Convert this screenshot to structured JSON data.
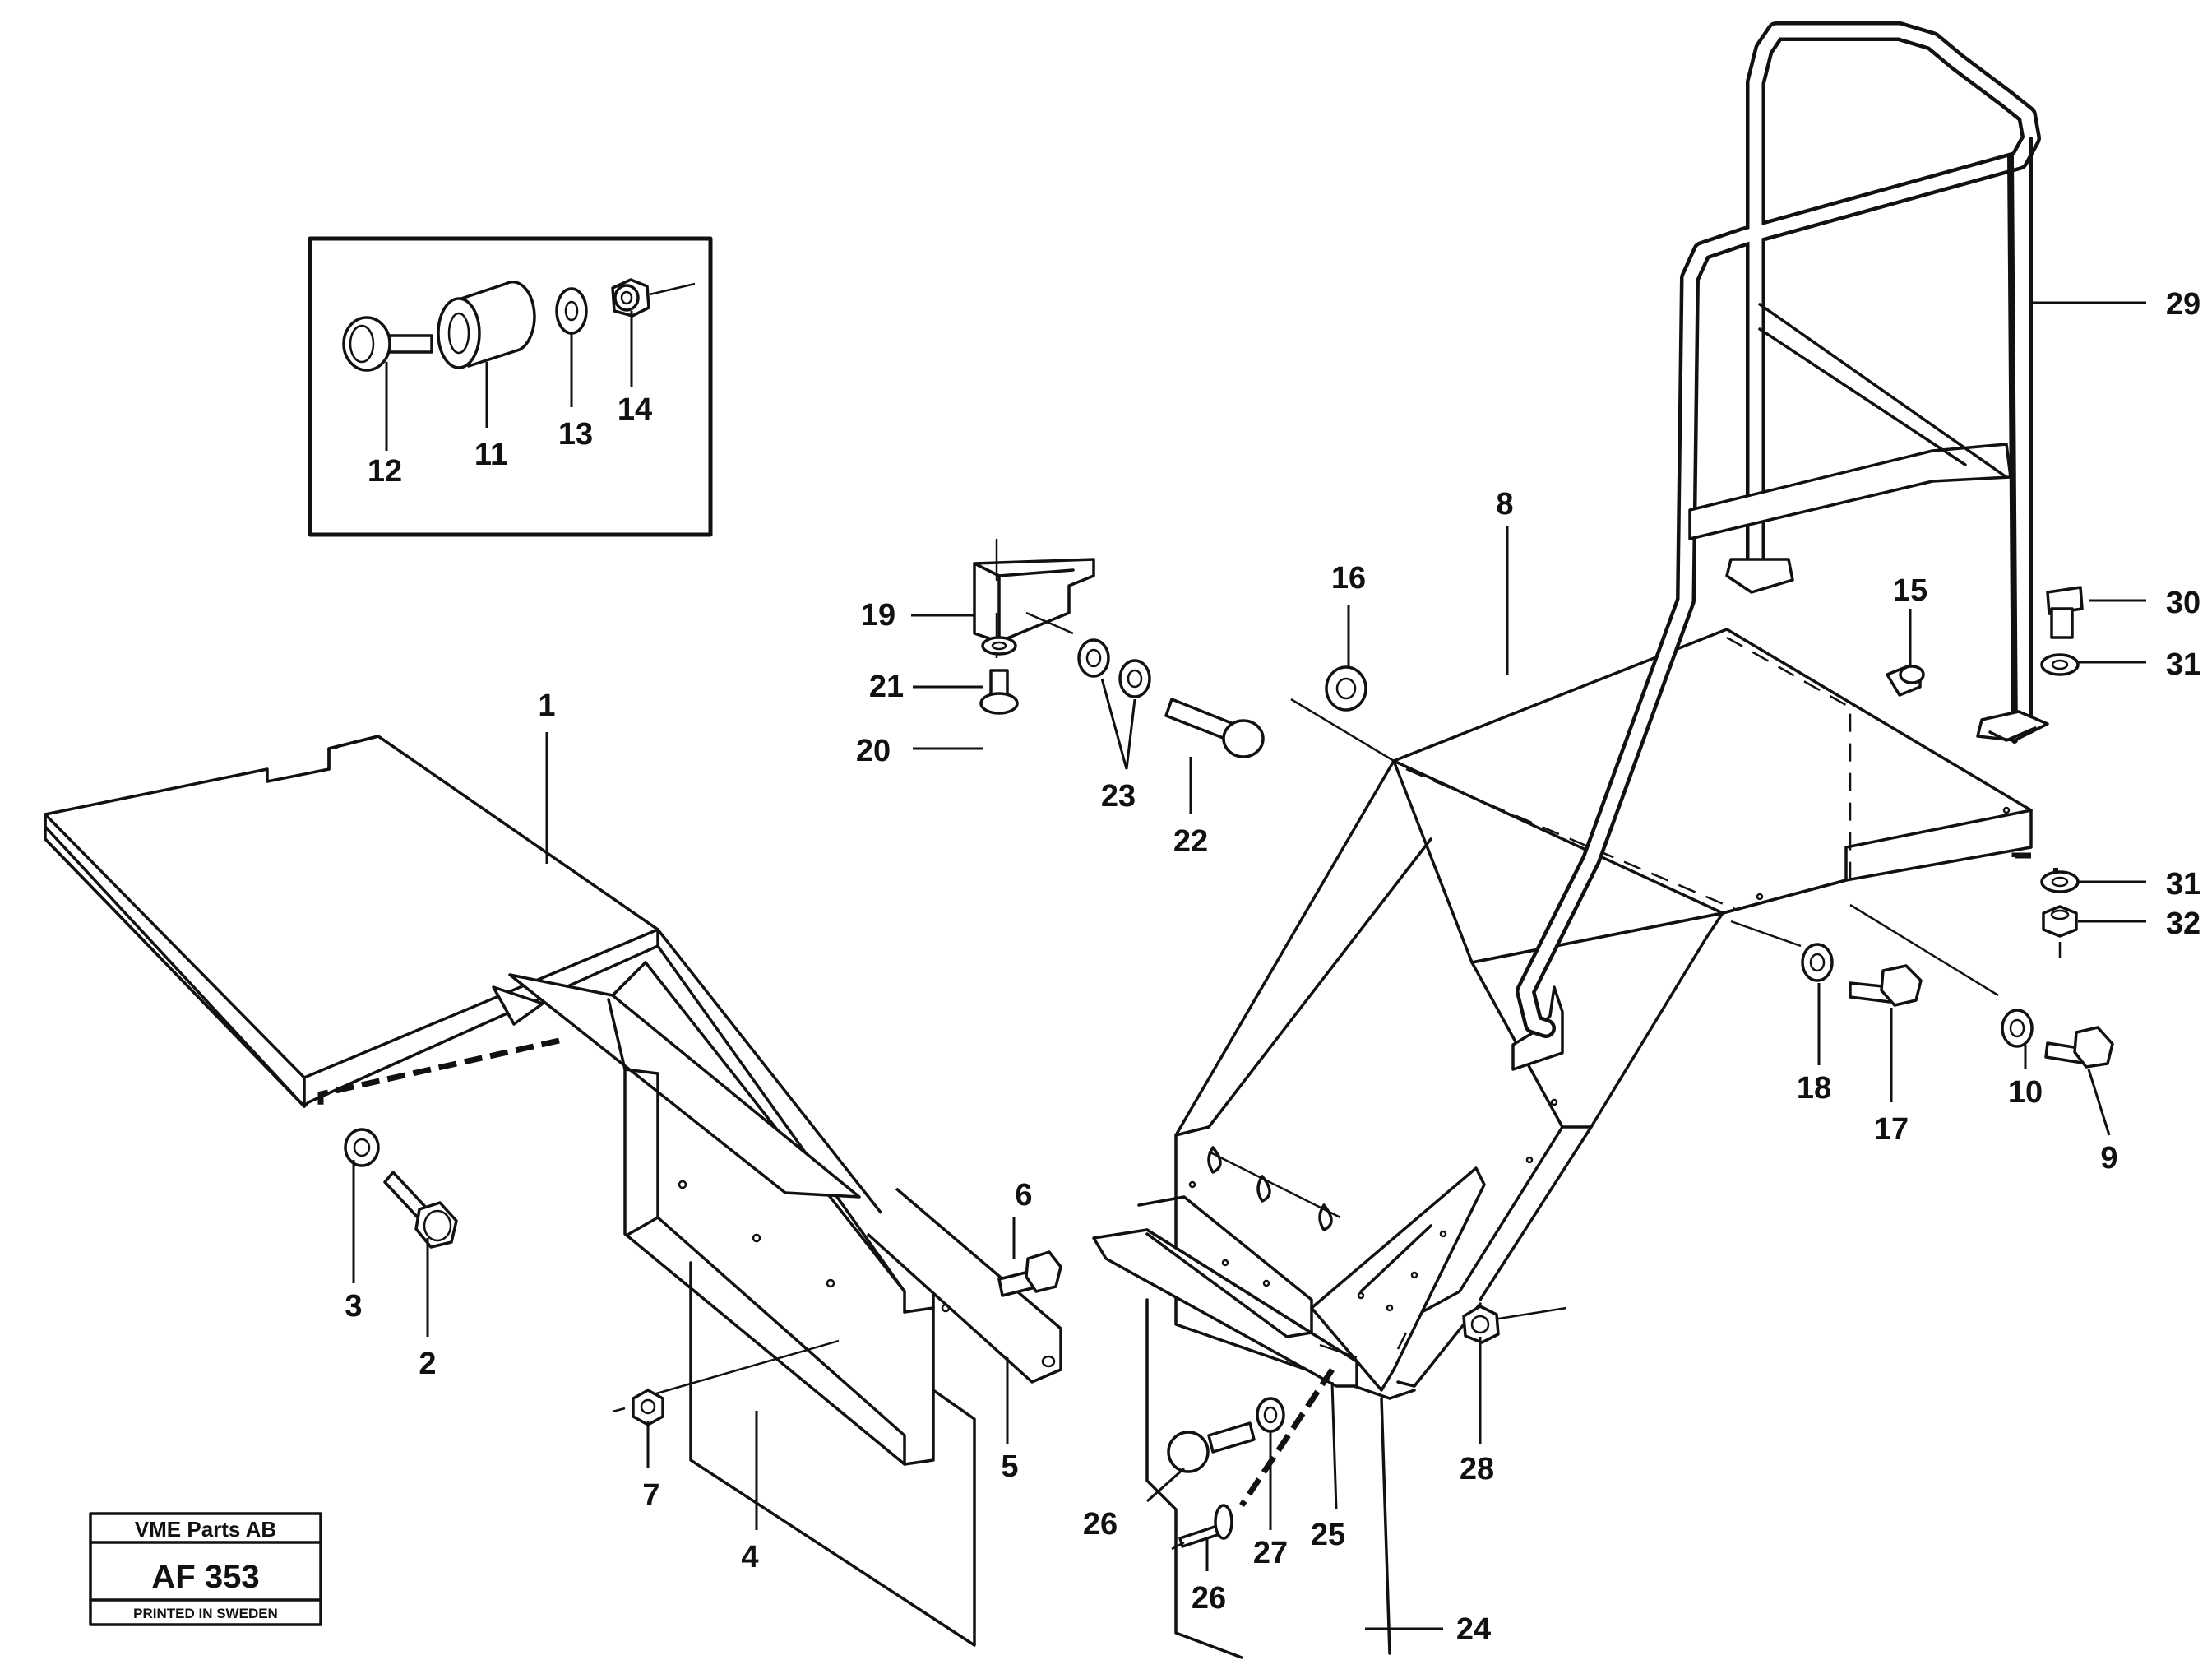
{
  "callouts": [
    "1",
    "2",
    "3",
    "4",
    "5",
    "6",
    "7",
    "8",
    "9",
    "10",
    "11",
    "12",
    "13",
    "14",
    "15",
    "16",
    "17",
    "18",
    "19",
    "20",
    "21",
    "22",
    "23",
    "24",
    "25",
    "26",
    "27",
    "28",
    "29",
    "30",
    "31",
    "32"
  ],
  "title_block": {
    "company": "VME Parts AB",
    "code": "AF 353",
    "printed": "PRINTED IN SWEDEN"
  },
  "colors": {
    "ink": "#111111",
    "paper": "#ffffff"
  }
}
